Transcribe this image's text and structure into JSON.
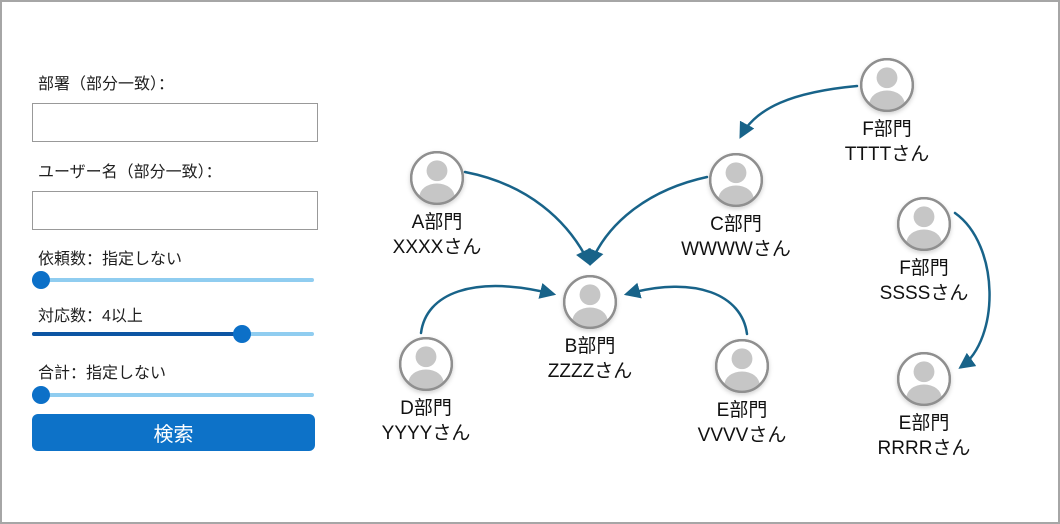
{
  "panel": {
    "department_label": "部署（部分一致）：",
    "department_value": "",
    "username_label": "ユーザー名（部分一致）：",
    "username_value": "",
    "sliders": [
      {
        "name": "request-count-slider",
        "label": "依頼数：指定しない",
        "percent": 0
      },
      {
        "name": "response-count-slider",
        "label": "対応数：4以上",
        "percent": 76
      },
      {
        "name": "total-slider",
        "label": "合計：指定しない",
        "percent": 0
      }
    ],
    "search_button_label": "検索"
  },
  "diagram": {
    "nodes": [
      {
        "id": "A",
        "dept": "A部門",
        "person": "XXXXさん"
      },
      {
        "id": "B",
        "dept": "B部門",
        "person": "ZZZZさん"
      },
      {
        "id": "C",
        "dept": "C部門",
        "person": "WWWWさん"
      },
      {
        "id": "D",
        "dept": "D部門",
        "person": "YYYYさん"
      },
      {
        "id": "EV",
        "dept": "E部門",
        "person": "VVVVさん"
      },
      {
        "id": "FT",
        "dept": "F部門",
        "person": "TTTTさん"
      },
      {
        "id": "FS",
        "dept": "F部門",
        "person": "SSSSさん"
      },
      {
        "id": "ER",
        "dept": "E部門",
        "person": "RRRRさん"
      }
    ],
    "edges": [
      {
        "from": "A",
        "to": "B"
      },
      {
        "from": "C",
        "to": "B"
      },
      {
        "from": "D",
        "to": "B"
      },
      {
        "from": "EV",
        "to": "B"
      },
      {
        "from": "FT",
        "to": "C"
      },
      {
        "from": "FS",
        "to": "ER"
      }
    ]
  },
  "colors": {
    "accent_blue": "#0d72c8",
    "slider_fill": "#0d55a3",
    "slider_rail": "#90cdf0",
    "arrow_blue": "#186389",
    "avatar_fill": "#c6c6c6",
    "avatar_border": "#8f8f8f"
  }
}
